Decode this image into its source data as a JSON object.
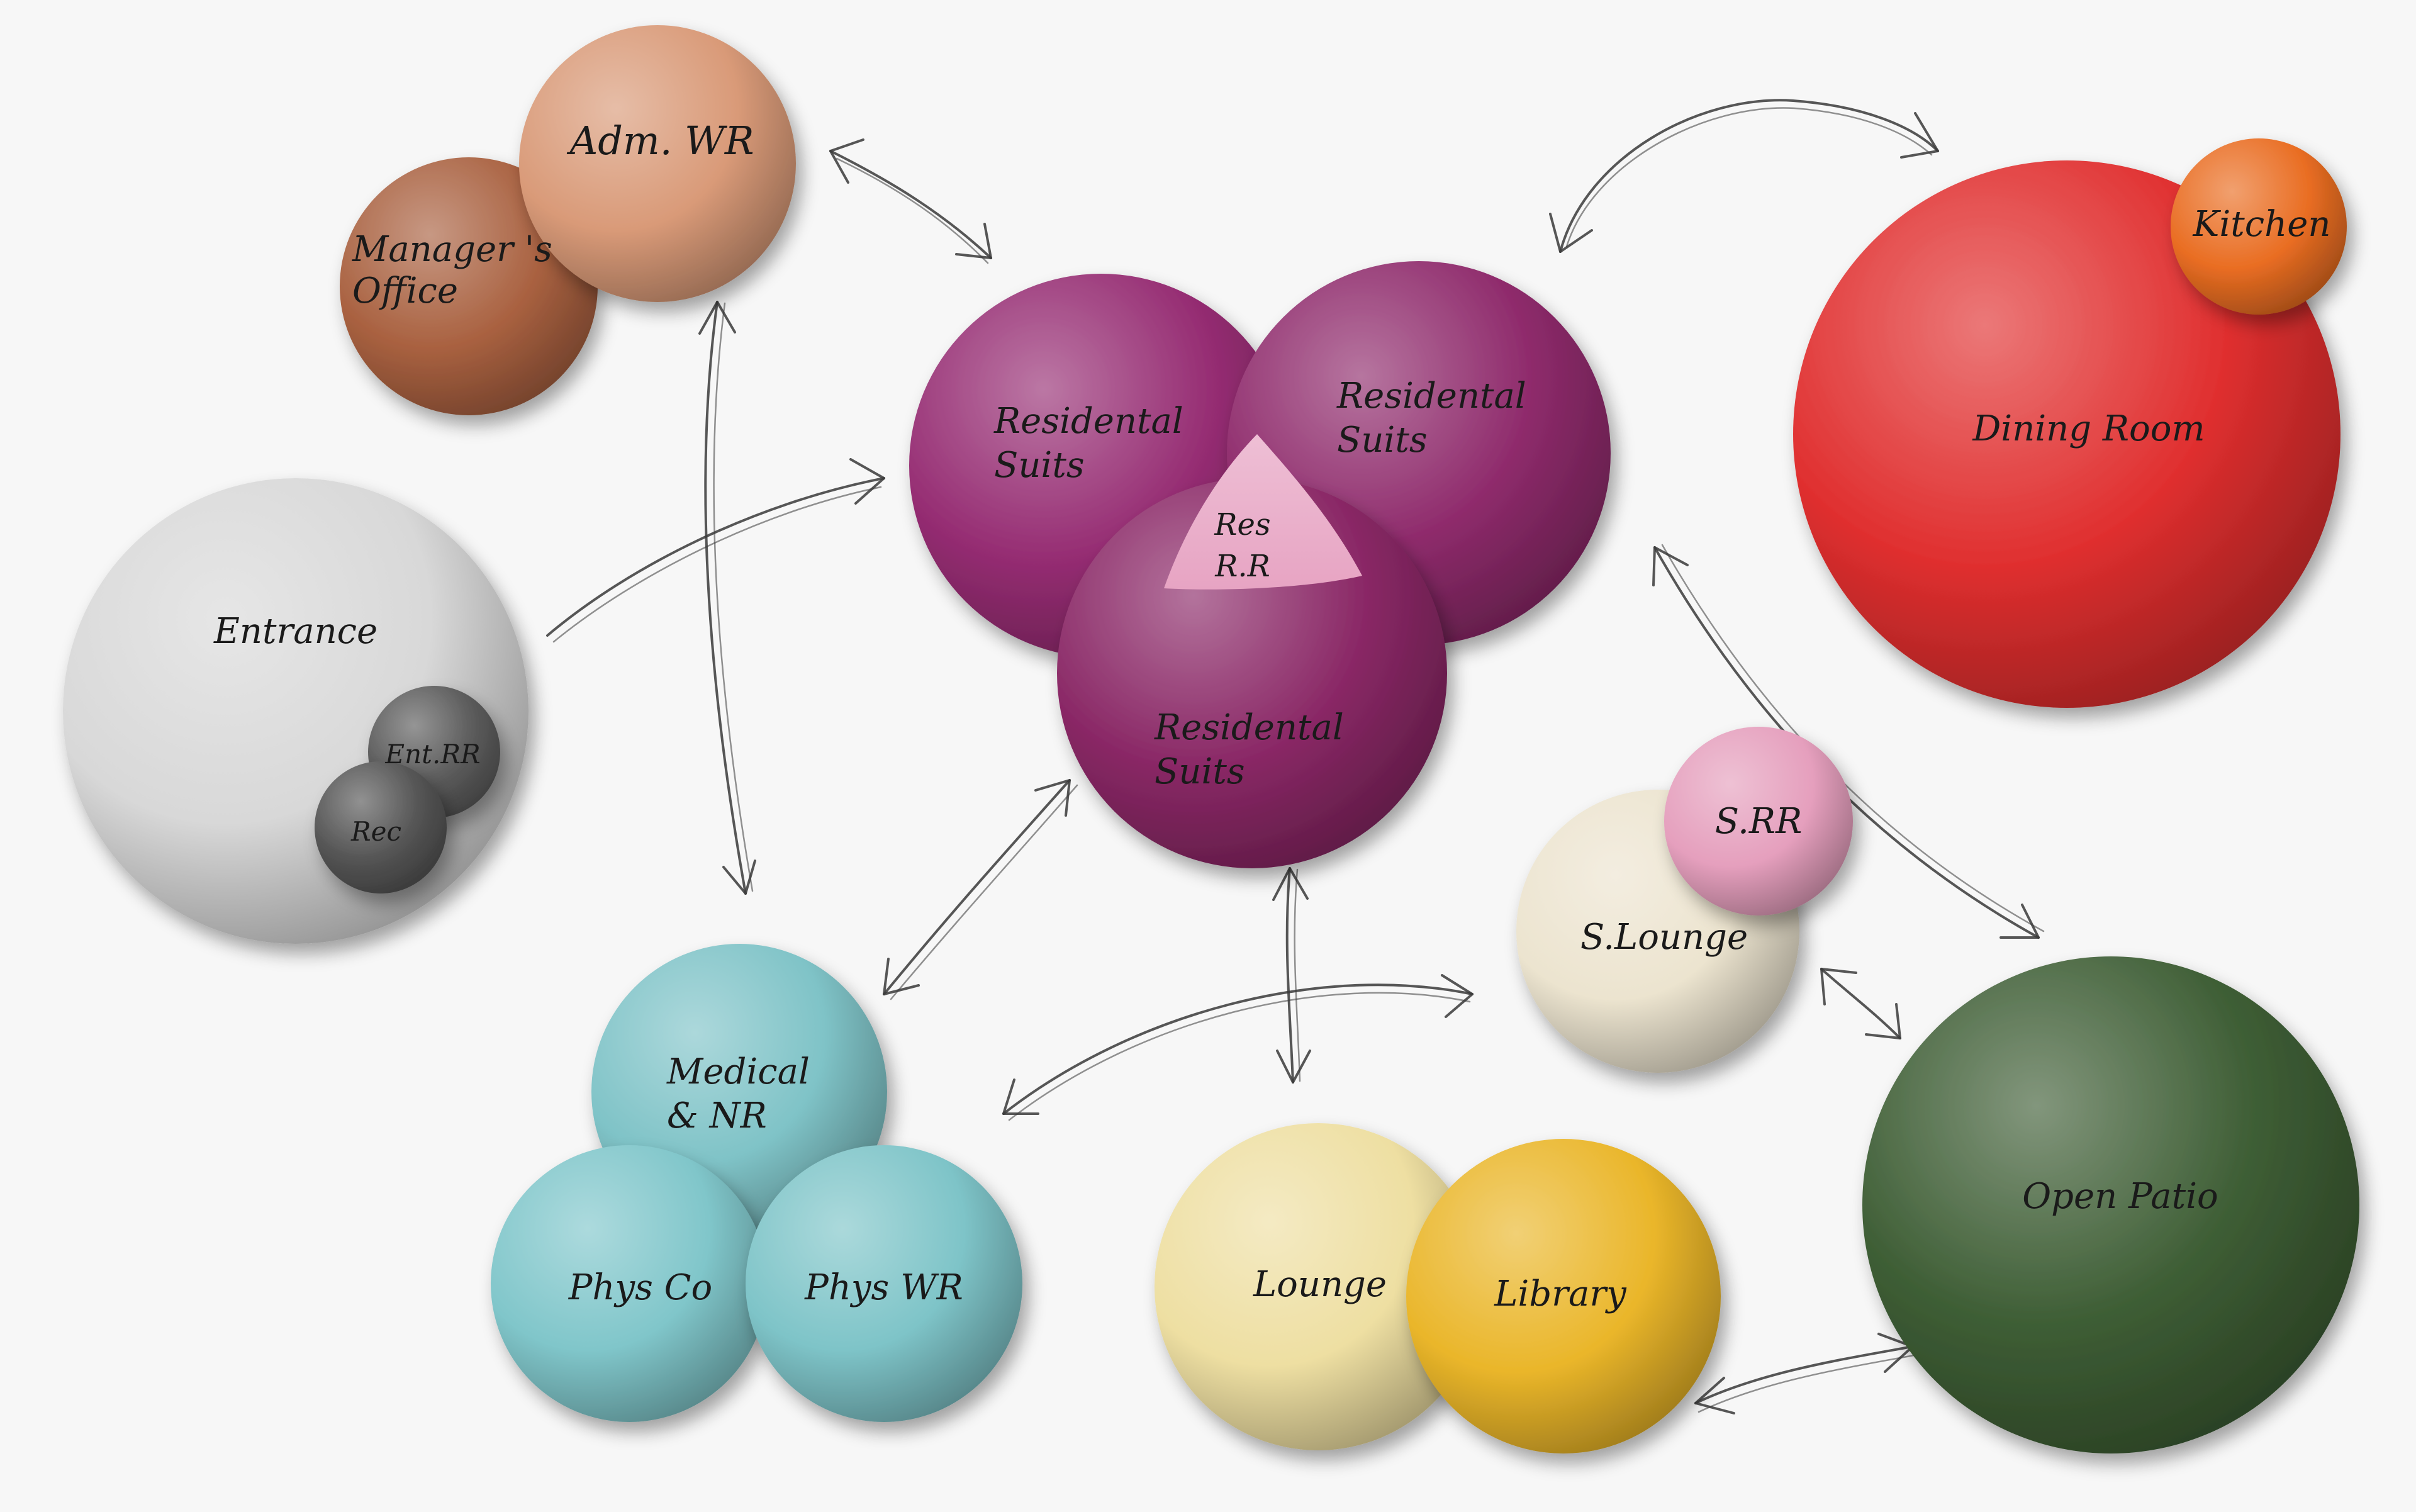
{
  "bubbles": {
    "adm_wr": {
      "label": [
        "Adm. WR"
      ],
      "color": "#d99a78"
    },
    "managers_office": {
      "label": [
        "Manager 's",
        "Office"
      ],
      "color": "#a96140"
    },
    "residential_suits_left": {
      "label": [
        "Residental",
        "Suits"
      ],
      "color": "#962d73"
    },
    "residential_suits_right": {
      "label": [
        "Residental",
        "Suits"
      ],
      "color": "#8f2b6c"
    },
    "residential_suits_bottom": {
      "label": [
        "Residental",
        "Suits"
      ],
      "color": "#8a2866"
    },
    "res_rr": {
      "label": [
        "Res",
        "R.R"
      ],
      "color": "#e7a4c3"
    },
    "dining_room": {
      "label": [
        "Dining Room"
      ],
      "color": "#e02f2f"
    },
    "kitchen": {
      "label": [
        "Kitchen"
      ],
      "color": "#e96d22"
    },
    "entrance": {
      "label": [
        "Entrance"
      ],
      "color": "#d8d8d8"
    },
    "ent_rr": {
      "label": [
        "Ent.RR"
      ],
      "color": "#5c5c5c"
    },
    "rec": {
      "label": [
        "Rec"
      ],
      "color": "#555555"
    },
    "s_rr": {
      "label": [
        "S.RR"
      ],
      "color": "#e59fbd"
    },
    "s_lounge": {
      "label": [
        "S.Lounge"
      ],
      "color": "#ece4cf"
    },
    "medical_nr": {
      "label": [
        "Medical",
        "& NR"
      ],
      "color": "#7fc3c7"
    },
    "phys_co": {
      "label": [
        "Phys Co"
      ],
      "color": "#80c6ca"
    },
    "phys_wr": {
      "label": [
        "Phys WR"
      ],
      "color": "#7ec4c8"
    },
    "lounge": {
      "label": [
        "Lounge"
      ],
      "color": "#eedfa2"
    },
    "library": {
      "label": [
        "Library"
      ],
      "color": "#eab62a"
    },
    "open_patio": {
      "label": [
        "Open Patio"
      ],
      "color": "#3e5e35"
    }
  }
}
